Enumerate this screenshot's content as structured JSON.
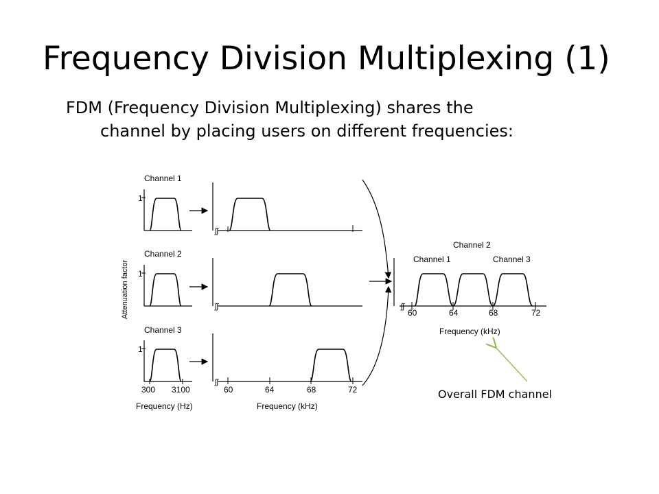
{
  "slide": {
    "title": "Frequency Division Multiplexing (1)",
    "subtitle_line1": "FDM (Frequency Division Multiplexing)  shares the",
    "subtitle_line2": "channel by placing users on different frequencies:"
  },
  "diagram": {
    "y_axis_label": "Attenuation factor",
    "y_tick": "1",
    "left_panels": [
      {
        "label": "Channel 1"
      },
      {
        "label": "Channel 2"
      },
      {
        "label": "Channel 3",
        "tick_labels": [
          "300",
          "3100"
        ]
      }
    ],
    "left_xlabel": "Frequency (Hz)",
    "mid_tick_labels": [
      "60",
      "64",
      "68",
      "72"
    ],
    "mid_xlabel": "Frequency (kHz)",
    "right_labels": {
      "channel1": "Channel 1",
      "channel2": "Channel 2",
      "channel3": "Channel 3"
    },
    "right_tick_labels": [
      "60",
      "64",
      "68",
      "72"
    ],
    "right_xlabel": "Frequency (kHz)",
    "callout": "Overall FDM channel",
    "callout_arrow_color": "#9bbb59"
  }
}
